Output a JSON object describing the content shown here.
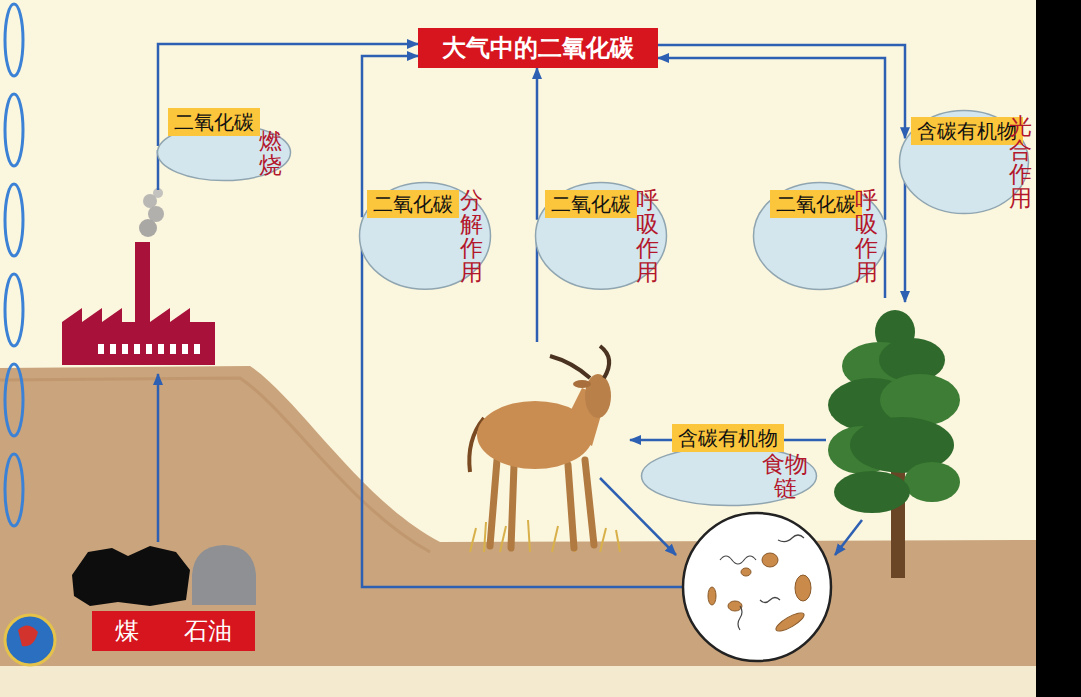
{
  "diagram": {
    "nodes": [
      {
        "text": [
          "大气中的二氧化碳"
        ]
      },
      {
        "text": [
          "二氧化碳",
          "燃烧"
        ]
      },
      {
        "text": [
          "二氧化碳",
          "分解 作用"
        ]
      },
      {
        "text": [
          "二氧化碳",
          "呼吸 作用"
        ]
      },
      {
        "text": [
          "二氧化碳",
          "呼吸 作用"
        ]
      },
      {
        "text": [
          "含碳有机物",
          "光合 作用"
        ]
      },
      {
        "text": [
          "含碳有机物",
          "食物链"
        ]
      },
      {
        "text": [
          "煤",
          "石油"
        ]
      }
    ],
    "edges": [
      {
        "from": 1,
        "to": 0,
        "arrow": "to"
      },
      {
        "from": 2,
        "to": 0,
        "arrow": "to"
      },
      {
        "from": 3,
        "to": 0,
        "arrow": "to"
      },
      {
        "from": 4,
        "to": 0,
        "arrow": "to"
      },
      {
        "from": 0,
        "to": 5,
        "arrow": "to"
      }
    ]
  }
}
